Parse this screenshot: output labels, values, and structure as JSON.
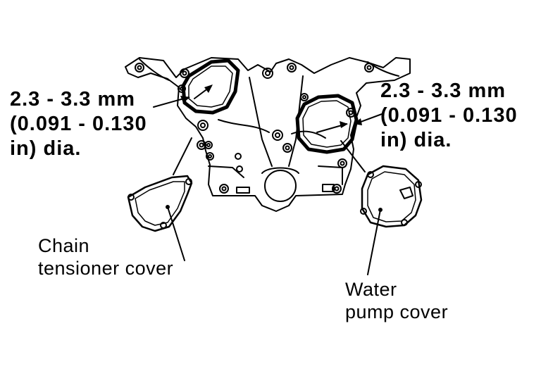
{
  "left_spec": {
    "line1": "2.3 - 3.3 mm",
    "line2": "(0.091 - 0.130",
    "line3": "in) dia."
  },
  "right_spec": {
    "line1": "2.3 - 3.3 mm",
    "line2": "(0.091 - 0.130",
    "line3": "in) dia."
  },
  "chain_tensioner_label": {
    "line1": "Chain",
    "line2": "tensioner cover"
  },
  "water_pump_label": {
    "line1": "Water",
    "line2": "pump cover"
  },
  "colors": {
    "ink": "#000000",
    "paper": "#ffffff"
  }
}
